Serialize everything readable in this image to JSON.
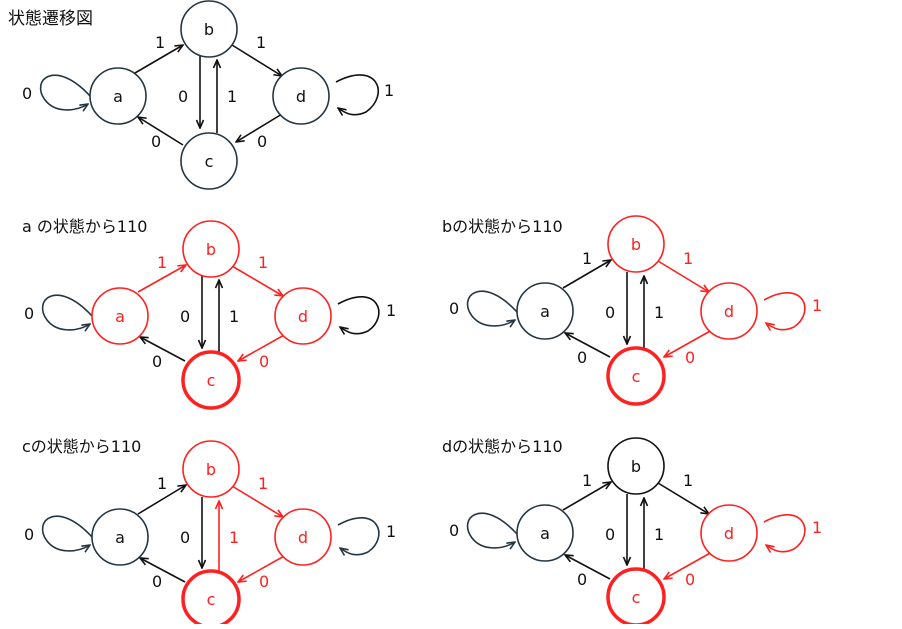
{
  "title": "状態遷移図",
  "colors": {
    "dark": "#243642",
    "black": "#111111",
    "red": "#ff2020"
  },
  "diagrams": [
    {
      "id": "main",
      "caption": "",
      "states": [
        {
          "id": "a",
          "label": "a"
        },
        {
          "id": "b",
          "label": "b"
        },
        {
          "id": "c",
          "label": "c"
        },
        {
          "id": "d",
          "label": "d"
        }
      ],
      "edges": [
        {
          "id": "a-b",
          "label": "1"
        },
        {
          "id": "b-d",
          "label": "1"
        },
        {
          "id": "b-c",
          "label": "0"
        },
        {
          "id": "c-b",
          "label": "1"
        },
        {
          "id": "d-c",
          "label": "0"
        },
        {
          "id": "c-a",
          "label": "0"
        },
        {
          "id": "a-a",
          "label": "0"
        },
        {
          "id": "d-d",
          "label": "1"
        }
      ]
    },
    {
      "id": "from-a",
      "caption": "a の状態から110",
      "states": [
        {
          "id": "a",
          "label": "a"
        },
        {
          "id": "b",
          "label": "b"
        },
        {
          "id": "c",
          "label": "c"
        },
        {
          "id": "d",
          "label": "d"
        }
      ],
      "edges": [
        {
          "id": "a-b",
          "label": "1"
        },
        {
          "id": "b-d",
          "label": "1"
        },
        {
          "id": "b-c",
          "label": "0"
        },
        {
          "id": "c-b",
          "label": "1"
        },
        {
          "id": "d-c",
          "label": "0"
        },
        {
          "id": "c-a",
          "label": "0"
        },
        {
          "id": "a-a",
          "label": "0"
        },
        {
          "id": "d-d",
          "label": "1"
        }
      ]
    },
    {
      "id": "from-b",
      "caption": "bの状態から110",
      "states": [
        {
          "id": "a",
          "label": "a"
        },
        {
          "id": "b",
          "label": "b"
        },
        {
          "id": "c",
          "label": "c"
        },
        {
          "id": "d",
          "label": "d"
        }
      ],
      "edges": [
        {
          "id": "a-b",
          "label": "1"
        },
        {
          "id": "b-d",
          "label": "1"
        },
        {
          "id": "b-c",
          "label": "0"
        },
        {
          "id": "c-b",
          "label": "1"
        },
        {
          "id": "d-c",
          "label": "0"
        },
        {
          "id": "c-a",
          "label": "0"
        },
        {
          "id": "a-a",
          "label": "0"
        },
        {
          "id": "d-d",
          "label": "1"
        }
      ]
    },
    {
      "id": "from-c",
      "caption": "cの状態から110",
      "states": [
        {
          "id": "a",
          "label": "a"
        },
        {
          "id": "b",
          "label": "b"
        },
        {
          "id": "c",
          "label": "c"
        },
        {
          "id": "d",
          "label": "d"
        }
      ],
      "edges": [
        {
          "id": "a-b",
          "label": "1"
        },
        {
          "id": "b-d",
          "label": "1"
        },
        {
          "id": "b-c",
          "label": "0"
        },
        {
          "id": "c-b",
          "label": "1"
        },
        {
          "id": "d-c",
          "label": "0"
        },
        {
          "id": "c-a",
          "label": "0"
        },
        {
          "id": "a-a",
          "label": "0"
        },
        {
          "id": "d-d",
          "label": "1"
        }
      ]
    },
    {
      "id": "from-d",
      "caption": "dの状態から110",
      "states": [
        {
          "id": "a",
          "label": "a"
        },
        {
          "id": "b",
          "label": "b"
        },
        {
          "id": "c",
          "label": "c"
        },
        {
          "id": "d",
          "label": "d"
        }
      ],
      "edges": [
        {
          "id": "a-b",
          "label": "1"
        },
        {
          "id": "b-d",
          "label": "1"
        },
        {
          "id": "b-c",
          "label": "0"
        },
        {
          "id": "c-b",
          "label": "1"
        },
        {
          "id": "d-c",
          "label": "0"
        },
        {
          "id": "c-a",
          "label": "0"
        },
        {
          "id": "a-a",
          "label": "0"
        },
        {
          "id": "d-d",
          "label": "1"
        }
      ]
    }
  ]
}
